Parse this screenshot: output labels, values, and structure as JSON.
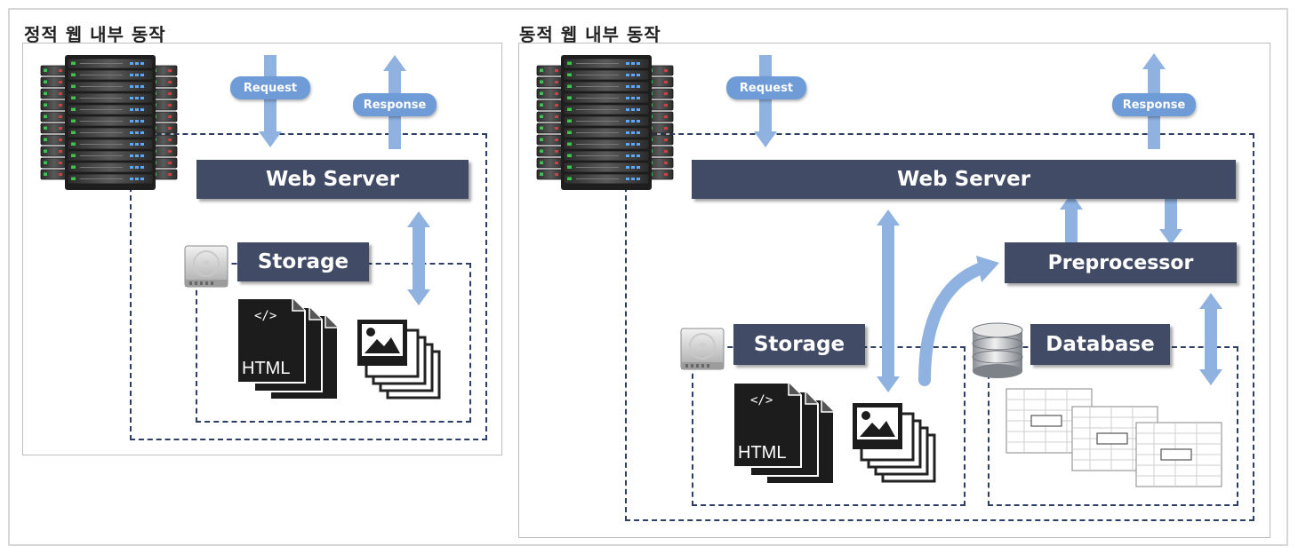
{
  "panels": {
    "static": {
      "title": "정적 웹 내부 동작",
      "request": "Request",
      "response": "Response",
      "web_server": "Web Server",
      "storage": "Storage",
      "file_label": "HTML"
    },
    "dynamic": {
      "title": "동적 웹 내부 동작",
      "request": "Request",
      "response": "Response",
      "web_server": "Web Server",
      "preprocessor": "Preprocessor",
      "storage": "Storage",
      "database": "Database",
      "file_label": "HTML"
    }
  },
  "colors": {
    "bar": "#424b66",
    "arrow": "#8fb2e1",
    "pill": "#6f9bd6",
    "dash": "#2e3e66"
  },
  "icons": [
    "server-rack-icon",
    "hard-drive-icon",
    "html-file-stack-icon",
    "image-stack-icon",
    "database-cylinder-icon",
    "spreadsheet-stack-icon"
  ]
}
